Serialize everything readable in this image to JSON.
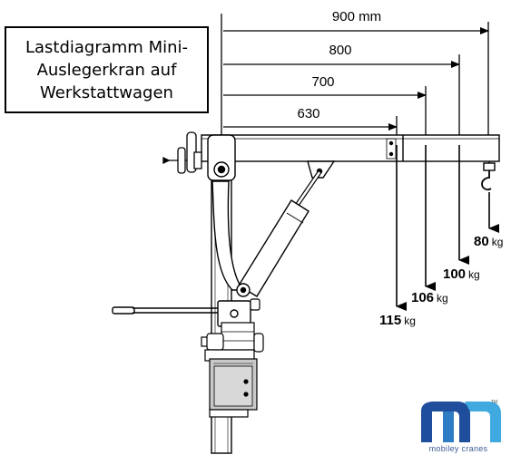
{
  "title_lines": [
    "Lastdiagramm Mini-",
    "Auslegerkran auf",
    "Werkstattwagen"
  ],
  "dimensions": [
    {
      "label": "900 mm"
    },
    {
      "label": "800"
    },
    {
      "label": "700"
    },
    {
      "label": "630"
    }
  ],
  "loads": [
    {
      "value": "80",
      "unit": "kg"
    },
    {
      "value": "100",
      "unit": "kg"
    },
    {
      "value": "106",
      "unit": "kg"
    },
    {
      "value": "115",
      "unit": "kg"
    }
  ],
  "logo": {
    "text": "mobiley cranes",
    "tm": "TM"
  },
  "colors": {
    "line": "#000000",
    "logo_blue": "#1f4e9c",
    "logo_light": "#3fa9e0"
  }
}
